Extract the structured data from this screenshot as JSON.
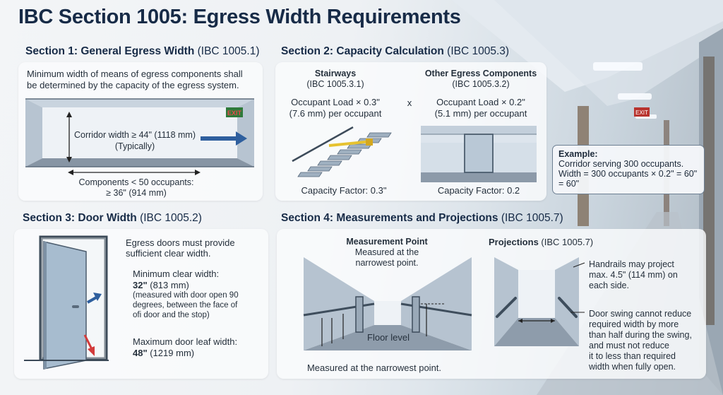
{
  "title": "IBC Section 1005: Egress Width Requirements",
  "section1": {
    "heading": "Section 1: General Egress Width",
    "ref": "(IBC 1005.1)",
    "intro_line1": "Minimum width of means of egress components shall",
    "intro_line2": "be determined by the capacity of the egress system.",
    "exit_sign": "EXIT",
    "corridor_line1": "Corridor width ≥ 44\" (1118 mm)",
    "corridor_line2": "(Typically)",
    "components_line1": "Components < 50 occupants:",
    "components_line2": "≥ 36\" (914 mm)"
  },
  "section2": {
    "heading": "Section 2: Capacity Calculation",
    "ref": "(IBC 1005.3)",
    "stairways_title": "Stairways",
    "stairways_ref": "(IBC 1005.3.1)",
    "stairways_line1": "Occupant Load × 0.3\"",
    "stairways_line2": "(7.6 mm) per occupant",
    "times": "x",
    "other_title": "Other Egress Components",
    "other_ref": "(IBC 1005.3.2)",
    "other_line1": "Occupant Load × 0.2\"",
    "other_line2": "(5.1 mm) per occupant",
    "stair_factor": "Capacity Factor: 0.3\"",
    "other_factor": "Capacity Factor: 0.2"
  },
  "example": {
    "label": "Example:",
    "line1": "Corridor serving 300 occupants.",
    "line2": "Width = 300 occupants × 0.2\" = 60\"",
    "line3": "= 60\""
  },
  "section3": {
    "heading": "Section 3: Door Width",
    "ref": "(IBC 1005.2)",
    "intro_line1": "Egress doors must provide",
    "intro_line2": "sufficient clear width.",
    "min_label": "Minimum clear width:",
    "min_value": "32\"",
    "min_mm": "(813 mm)",
    "min_note1": "(measured with door open 90",
    "min_note2": "degrees, between the face of",
    "min_note3": "ofi door and the stop)",
    "max_label": "Maximum door leaf width:",
    "max_value": "48\"",
    "max_mm": "(1219 mm)"
  },
  "section4": {
    "heading": "Section 4: Measurements and Projections",
    "ref": "(IBC 1005.7)",
    "mp_title": "Measurement Point",
    "mp_line1": "Measured at the",
    "mp_line2": "narrowest point.",
    "floor_level": "Floor level",
    "mp_caption": "Measured at the narrowest point.",
    "proj_title": "Projections",
    "proj_ref": "(IBC 1005.7)",
    "handrail_line1": "Handrails may project",
    "handrail_line2": "max. 4.5\" (114 mm) on",
    "handrail_line3": "each side.",
    "door_line1": "Door swing cannot reduce",
    "door_line2": "required width by more",
    "door_line3": "than half during the swing,",
    "door_line4": "and must not reduce",
    "door_line5": "it to less than required",
    "door_line6": "width when fully open."
  },
  "background": {
    "exit_sign": "EXIT"
  },
  "colors": {
    "title": "#172b47",
    "accent_blue": "#2e5f9e",
    "accent_red": "#d23b3b",
    "exit_green": "#2f7a3a"
  }
}
